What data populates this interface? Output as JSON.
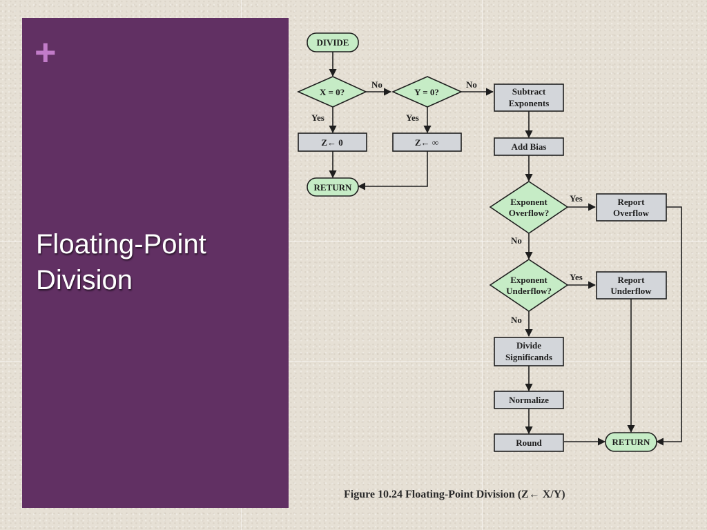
{
  "slide": {
    "plus_symbol": "+",
    "title_line1": "Floating-Point",
    "title_line2": "Division"
  },
  "colors": {
    "panel": "#613063",
    "plus": "#c27cc9",
    "terminal_fill": "#c6ecc6",
    "decision_fill": "#c6ecc6",
    "process_fill": "#d3d6da"
  },
  "flowchart": {
    "nodes": {
      "divide": "DIVIDE",
      "x_zero": "X = 0?",
      "y_zero": "Y = 0?",
      "subtract_1": "Subtract",
      "subtract_2": "Exponents",
      "z_zero": "Z← 0",
      "z_inf": "Z← ∞",
      "add_bias": "Add Bias",
      "return_left": "RETURN",
      "exp_over_1": "Exponent",
      "exp_over_2": "Overflow?",
      "report_over_1": "Report",
      "report_over_2": "Overflow",
      "exp_under_1": "Exponent",
      "exp_under_2": "Underflow?",
      "report_under_1": "Report",
      "report_under_2": "Underflow",
      "divide_sig_1": "Divide",
      "divide_sig_2": "Significands",
      "normalize": "Normalize",
      "round": "Round",
      "return_right": "RETURN"
    },
    "edge_labels": {
      "x_no": "No",
      "y_no": "No",
      "x_yes": "Yes",
      "y_yes": "Yes",
      "over_yes": "Yes",
      "over_no": "No",
      "under_yes": "Yes",
      "under_no": "No"
    },
    "caption": "Figure 10.24  Floating-Point Division (Z← X/Y)"
  }
}
